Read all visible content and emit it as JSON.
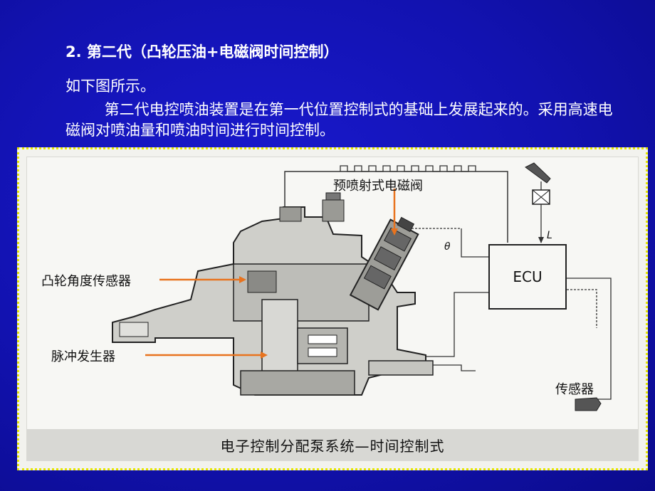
{
  "heading": "2. 第二代（凸轮压油+电磁阀时间控制）",
  "paragraph1": "如下图所示。",
  "paragraph2": "第二代电控喷油装置是在第一代位置控制式的基础上发展起来的。采用高速电磁阀对喷油量和喷油时间进行时间控制。",
  "figure": {
    "labels": {
      "solenoid": "预喷射式电磁阀",
      "cam_sensor": "凸轮角度传感器",
      "pulse_gen": "脉冲发生器",
      "sensor": "传感器",
      "ecu": "ECU",
      "theta": "θ",
      "L": "L"
    },
    "caption": "电子控制分配泵系统—时间控制式"
  },
  "colors": {
    "background": "#1212b0",
    "frame": "#e6e600",
    "arrow": "#e8731e"
  }
}
